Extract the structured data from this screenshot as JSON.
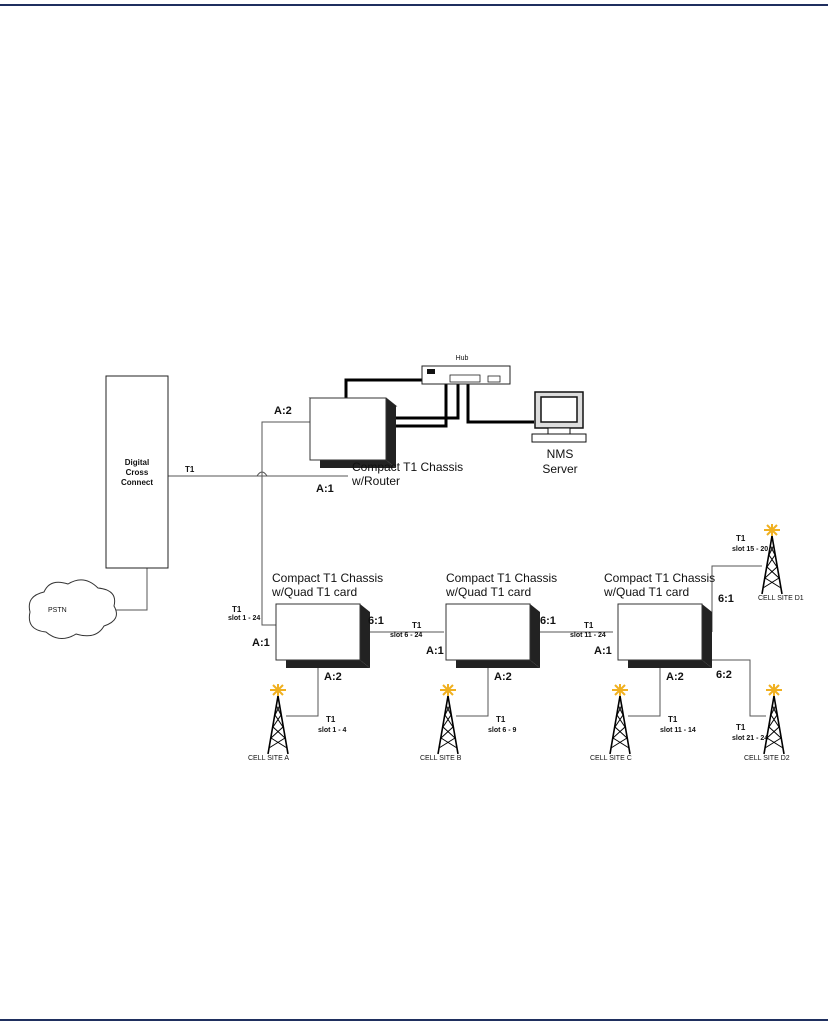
{
  "hub": {
    "label": "Hub"
  },
  "nms": {
    "line1": "NMS",
    "line2": "Server"
  },
  "dcs": {
    "line1": "Digital",
    "line2": "Cross",
    "line3": "Connect"
  },
  "pstn": {
    "label": "PSTN"
  },
  "router_chassis": {
    "line1": "Compact T1 Chassis",
    "line2": "w/Router",
    "port_top": "A:2",
    "port_bottom": "A:1"
  },
  "main_link": {
    "label": "T1"
  },
  "chassis": [
    {
      "line1": "Compact T1 Chassis",
      "line2": "w/Quad T1 card",
      "port_in": "A:1",
      "port_out": "6:1",
      "port_down": "A:2"
    },
    {
      "line1": "Compact T1 Chassis",
      "line2": "w/Quad T1 card",
      "port_in": "A:1",
      "port_out": "6:1",
      "port_down": "A:2"
    },
    {
      "line1": "Compact T1 Chassis",
      "line2": "w/Quad T1 card",
      "port_in": "A:1",
      "port_out": "6:1",
      "port_out2": "6:2",
      "port_down": "A:2"
    }
  ],
  "links": [
    {
      "t": "T1",
      "slot": "slot 1 - 24"
    },
    {
      "t": "T1",
      "slot": "slot 6 - 24"
    },
    {
      "t": "T1",
      "slot": "slot 11 - 24"
    },
    {
      "t": "T1",
      "slot": "slot 15 - 20"
    },
    {
      "t": "T1",
      "slot": "slot 21 - 24"
    }
  ],
  "sites": [
    {
      "name": "CELL SITE A",
      "t": "T1",
      "slot": "slot 1 - 4"
    },
    {
      "name": "CELL SITE B",
      "t": "T1",
      "slot": "slot 6 - 9"
    },
    {
      "name": "CELL SITE C",
      "t": "T1",
      "slot": "slot 11 - 14"
    },
    {
      "name": "CELL SITE D1"
    },
    {
      "name": "CELL SITE D2"
    }
  ],
  "colors": {
    "rule": "#1f2f5f",
    "box_shadow": "#222222",
    "antenna": "#f0b020"
  }
}
